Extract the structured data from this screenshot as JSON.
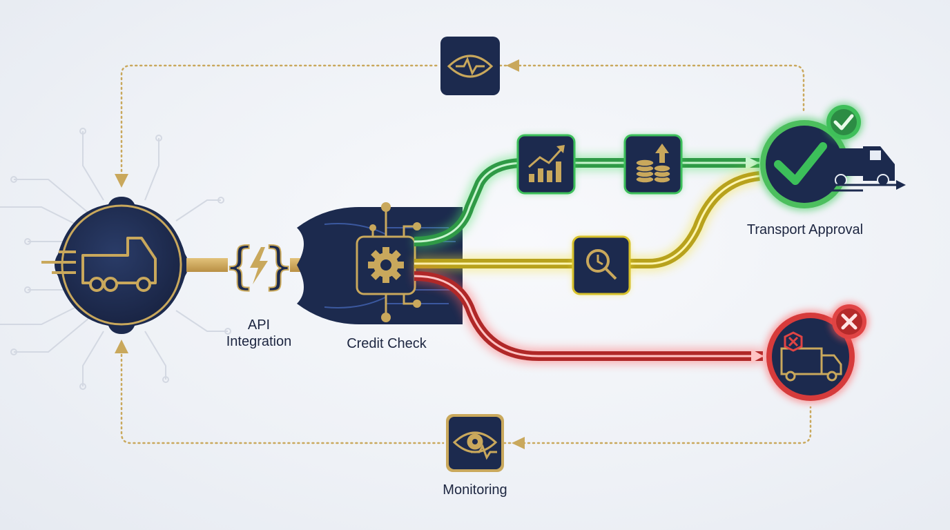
{
  "labels": {
    "api_line1": "API",
    "api_line2": "Integration",
    "credit_check": "Credit Check",
    "transport_approval": "Transport Approval",
    "monitoring": "Monitoring"
  },
  "icons": {
    "source": "truck-icon",
    "api": "api-braces-lightning-icon",
    "credit": "gear-icon",
    "growth": "growth-chart-icon",
    "funds": "coin-stack-icon",
    "review": "search-clock-icon",
    "approved": "checkmark-icon",
    "approved_badge": "check-badge-icon",
    "rejected": "blocked-truck-icon",
    "rejected_badge": "x-badge-icon",
    "monitor_top": "eye-pulse-icon",
    "monitor_bottom": "eye-pulse-icon"
  },
  "colors": {
    "navy": "#1c2a4e",
    "gold": "#c9a85c",
    "green": "#3cbf5a",
    "yellow": "#e8cf2a",
    "red": "#e04444",
    "text": "#1c2540"
  }
}
